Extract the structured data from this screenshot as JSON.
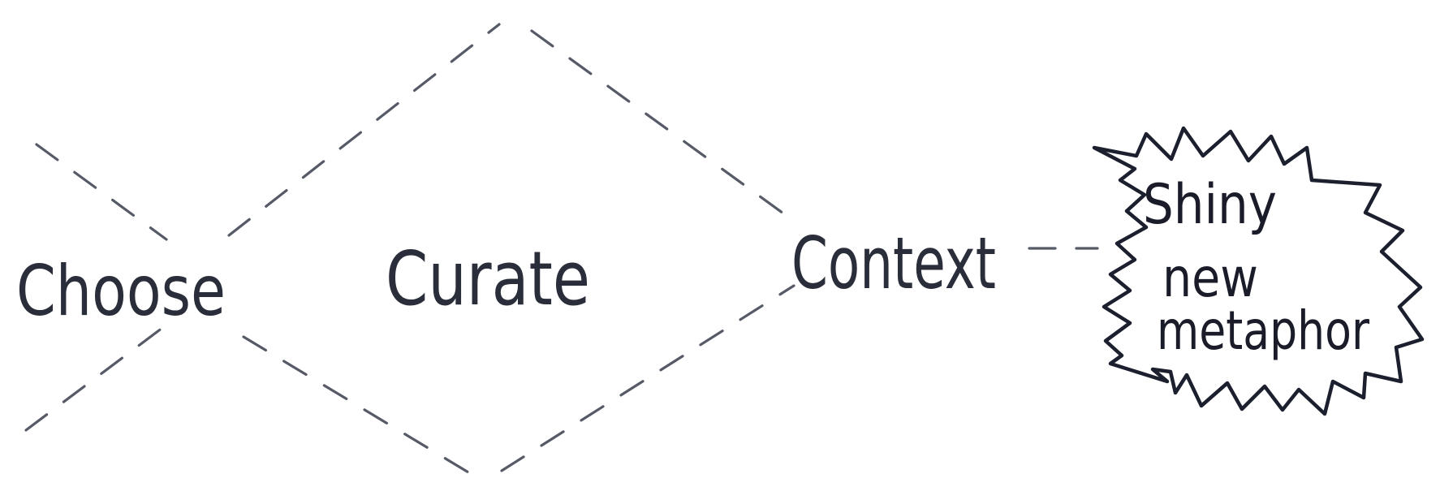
{
  "diagram": {
    "nodes": {
      "choose": "Choose",
      "curate": "Curate",
      "context": "Context",
      "burst_line1": "Shiny",
      "burst_line2": "new",
      "burst_line3": "metaphor"
    },
    "colors": {
      "dashed_lines": "#555a66",
      "burst_outline": "#1c1f2e",
      "text": "#2a2d3a"
    }
  }
}
